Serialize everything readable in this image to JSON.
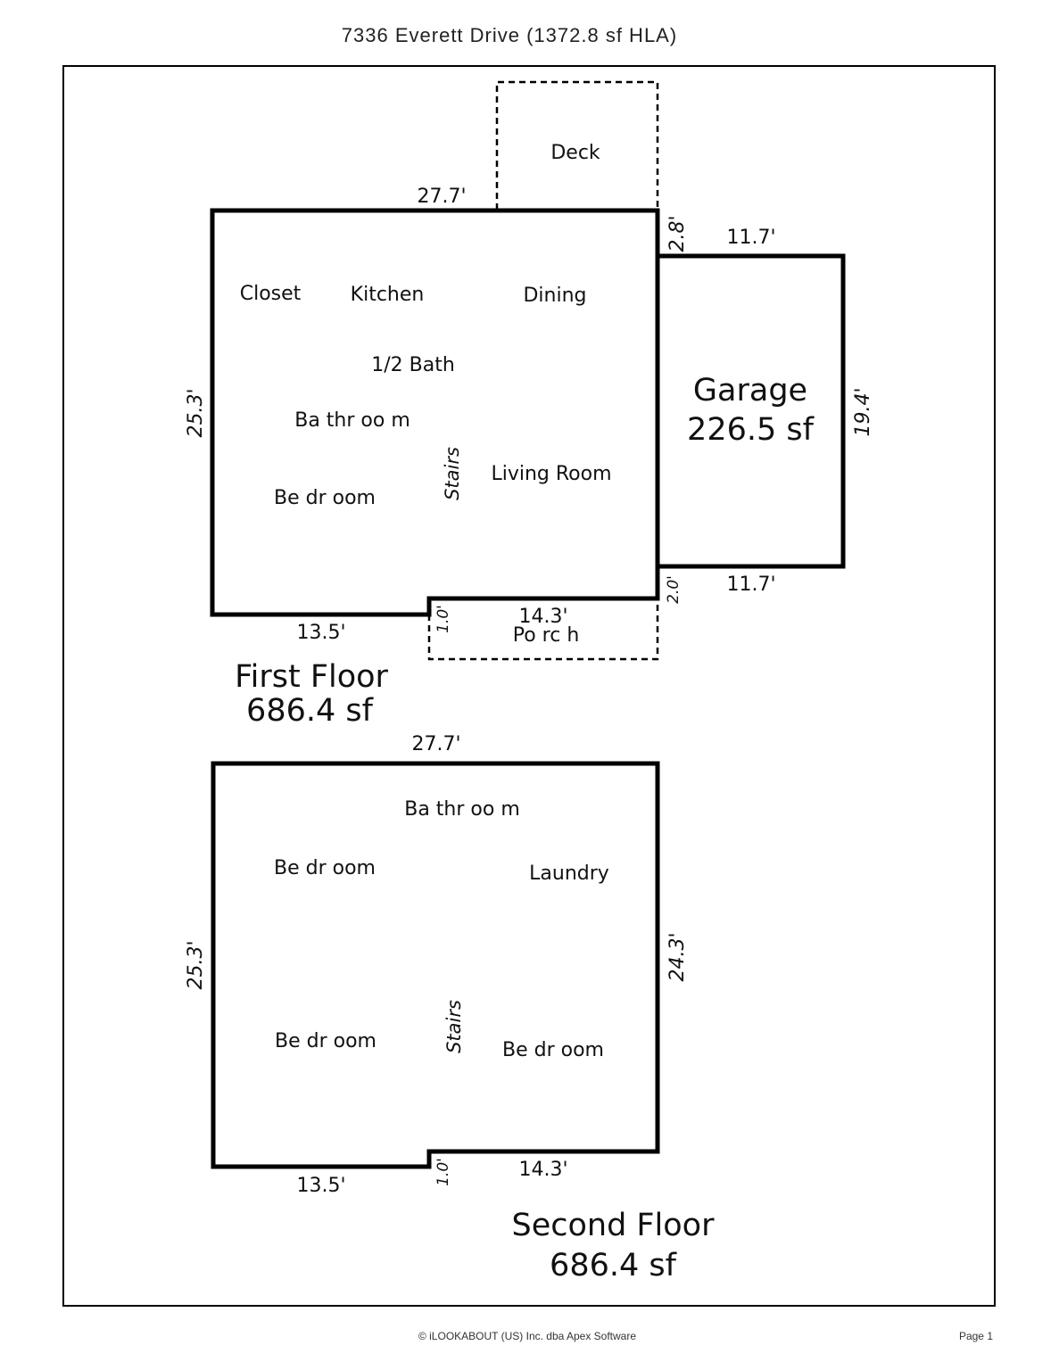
{
  "header": {
    "title": "7336 Everett Drive (1372.8 sf HLA)"
  },
  "footer": {
    "copyright": "© iLOOKABOUT (US) Inc. dba Apex Software",
    "page": "Page 1"
  },
  "first_floor": {
    "label": "First Floor",
    "area": "686.4 sf",
    "rooms": [
      "Closet",
      "Kitchen",
      "Dining",
      "1/2 Bath",
      "Ba thr oo m",
      "Be dr oom",
      "Living Room"
    ],
    "stairs": "Stairs",
    "deck": "Deck",
    "porch": "Po rc h",
    "dims": {
      "top": "27.7'",
      "left": "25.3'",
      "bottom_left": "13.5'",
      "step": "1.0'",
      "bottom_right": "14.3'",
      "right_step": "2.0'",
      "deck_step": "2.8'"
    }
  },
  "garage": {
    "label": "Garage",
    "area": "226.5 sf",
    "dims": {
      "top": "11.7'",
      "right": "19.4'",
      "bottom": "11.7'"
    }
  },
  "second_floor": {
    "label": "Second Floor",
    "area": "686.4 sf",
    "rooms": [
      "Ba thr oo m",
      "Be dr oom",
      "Laundry",
      "Be dr oom",
      "Be dr oom"
    ],
    "stairs": "Stairs",
    "dims": {
      "top": "27.7'",
      "left": "25.3'",
      "right": "24.3'",
      "bottom_left": "13.5'",
      "step": "1.0'",
      "bottom_right": "14.3'"
    }
  }
}
